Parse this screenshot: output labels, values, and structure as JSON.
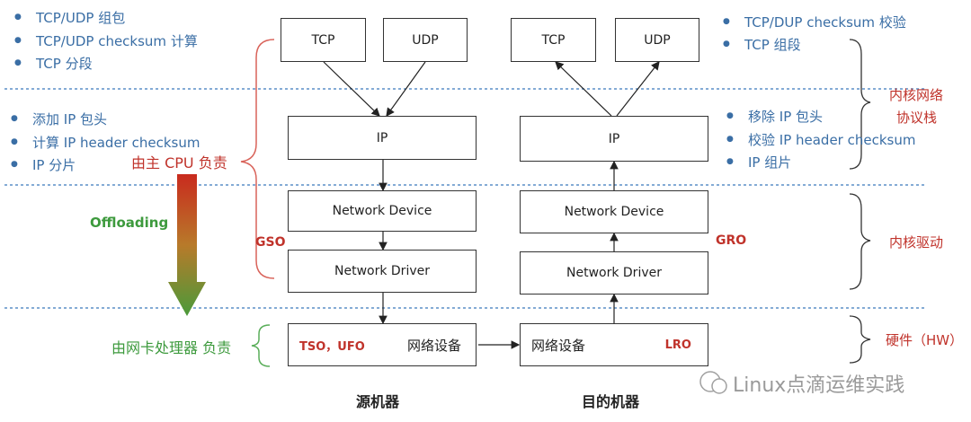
{
  "left_notes": {
    "stack": [
      "TCP/UDP 组包",
      "TCP/UDP checksum 计算",
      "TCP 分段"
    ],
    "ip": [
      "添加 IP 包头",
      "计算 IP header checksum",
      "IP 分片"
    ]
  },
  "right_notes": {
    "stack": [
      "TCP/DUP checksum 校验",
      "TCP 组段"
    ],
    "ip": [
      "移除 IP 包头",
      "校验 IP header checksum",
      "IP 组片"
    ]
  },
  "source": {
    "tcp": "TCP",
    "udp": "UDP",
    "ip": "IP",
    "device": "Network Device",
    "driver": "Network Driver",
    "hw_offload": "TSO，UFO",
    "hw_label": "网络设备",
    "caption": "源机器"
  },
  "dest": {
    "tcp": "TCP",
    "udp": "UDP",
    "ip": "IP",
    "device": "Network Device",
    "driver": "Network Driver",
    "hw_offload": "LRO",
    "hw_label": "网络设备",
    "caption": "目的机器"
  },
  "labels": {
    "cpu": "由主 CPU 负责",
    "offloading": "Offloading",
    "gso": "GSO",
    "gro": "GRO",
    "nic": "由网卡处理器 负责",
    "kernel_stack_1": "内核网络",
    "kernel_stack_2": "协议栈",
    "kernel_driver": "内核驱动",
    "hardware": "硬件（HW）"
  },
  "watermark": "Linux点滴运维实践",
  "colors": {
    "blue_text": "#3a6ea5",
    "red_text": "#c0332b",
    "green_text": "#3d9a3d",
    "divider": "#5b8fc7"
  }
}
